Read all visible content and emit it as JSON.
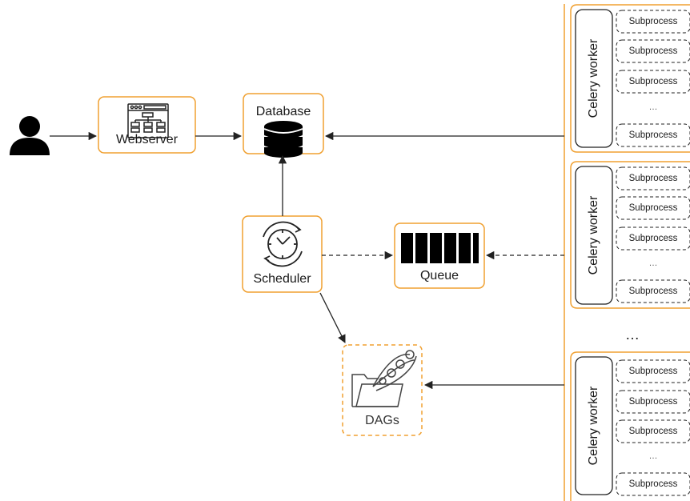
{
  "nodes": {
    "webserver": "Webserver",
    "database": "Database",
    "scheduler": "Scheduler",
    "queue": "Queue",
    "dags": "DAGs"
  },
  "workers": [
    {
      "label": "Celery worker",
      "subprocesses": [
        "Subprocess",
        "Subprocess",
        "Subprocess",
        "…",
        "Subprocess"
      ]
    },
    {
      "label": "Celery worker",
      "subprocesses": [
        "Subprocess",
        "Subprocess",
        "Subprocess",
        "…",
        "Subprocess"
      ]
    },
    {
      "label": "Celery worker",
      "subprocesses": [
        "Subprocess",
        "Subprocess",
        "Subprocess",
        "…",
        "Subprocess"
      ]
    }
  ],
  "workers_ellipsis": "…",
  "icons": [
    "user-icon",
    "webserver-icon",
    "database-icon",
    "scheduler-clock-icon",
    "queue-icon",
    "dags-folder-icon"
  ],
  "colors": {
    "accent": "#f0a030",
    "line": "#222222"
  }
}
